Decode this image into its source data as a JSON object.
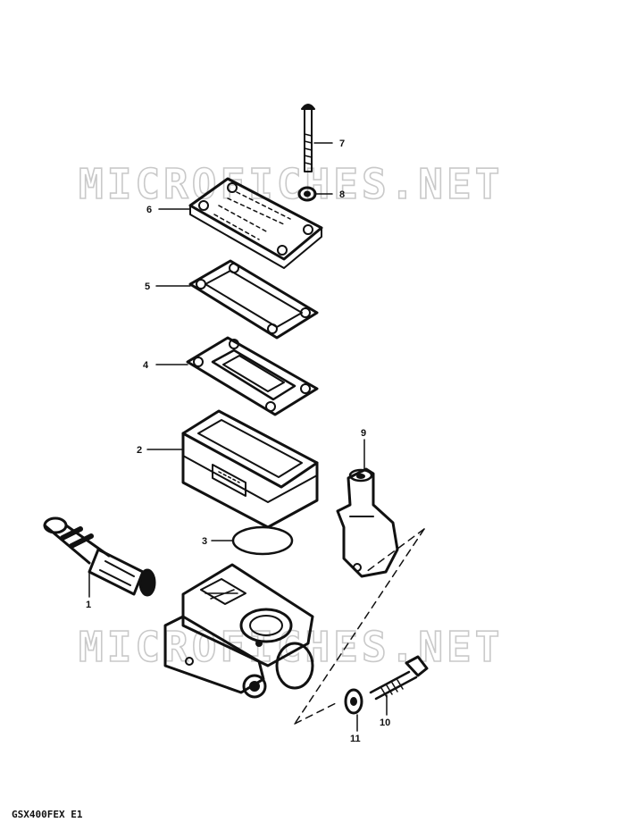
{
  "watermark": "MICROFICHES.NET",
  "model_code": "GSX400FEX E1",
  "parts": [
    {
      "ref": "1",
      "name": "piston"
    },
    {
      "ref": "2",
      "name": "reservoir"
    },
    {
      "ref": "3",
      "name": "o-ring"
    },
    {
      "ref": "4",
      "name": "diaphragm"
    },
    {
      "ref": "5",
      "name": "plate"
    },
    {
      "ref": "6",
      "name": "cap"
    },
    {
      "ref": "7",
      "name": "screw"
    },
    {
      "ref": "8",
      "name": "washer"
    },
    {
      "ref": "9",
      "name": "holder"
    },
    {
      "ref": "10",
      "name": "bolt"
    },
    {
      "ref": "11",
      "name": "washer"
    }
  ]
}
